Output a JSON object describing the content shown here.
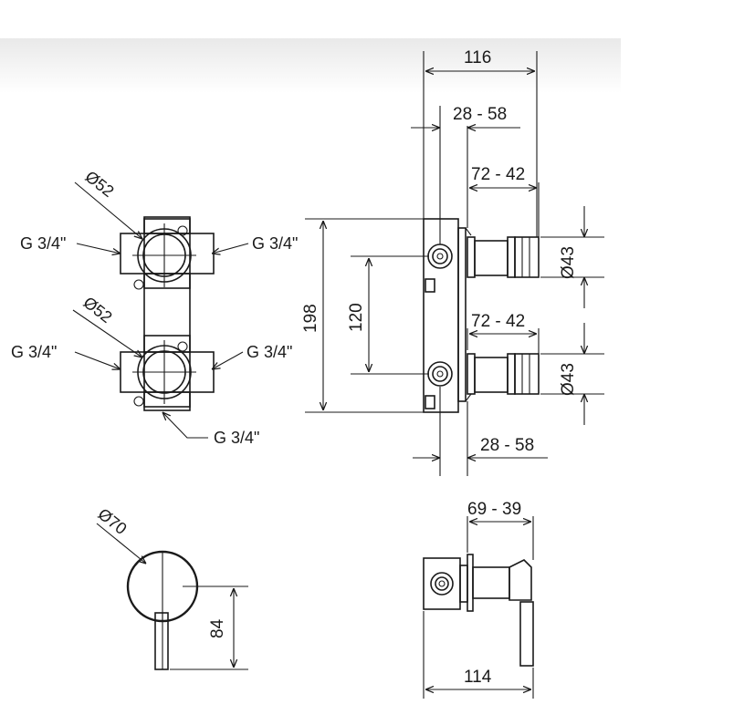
{
  "labels": {
    "dim_116": "116",
    "dim_28_58_top": "28 - 58",
    "dim_72_42_upper": "72 - 42",
    "dim_72_42_lower": "72 - 42",
    "dim_28_58_bottom": "28 - 58",
    "dim_198": "198",
    "dim_120": "120",
    "dia_43_upper": "Ø43",
    "dia_43_lower": "Ø43",
    "dia_52_upper": "Ø52",
    "dia_52_lower": "Ø52",
    "g_upper_left": "G 3/4\"",
    "g_upper_right": "G 3/4\"",
    "g_lower_left": "G 3/4\"",
    "g_lower_right": "G 3/4\"",
    "g_bottom": "G 3/4\"",
    "dia_70": "Ø70",
    "dim_84": "84",
    "dim_69_39": "69 - 39",
    "dim_114": "114"
  }
}
